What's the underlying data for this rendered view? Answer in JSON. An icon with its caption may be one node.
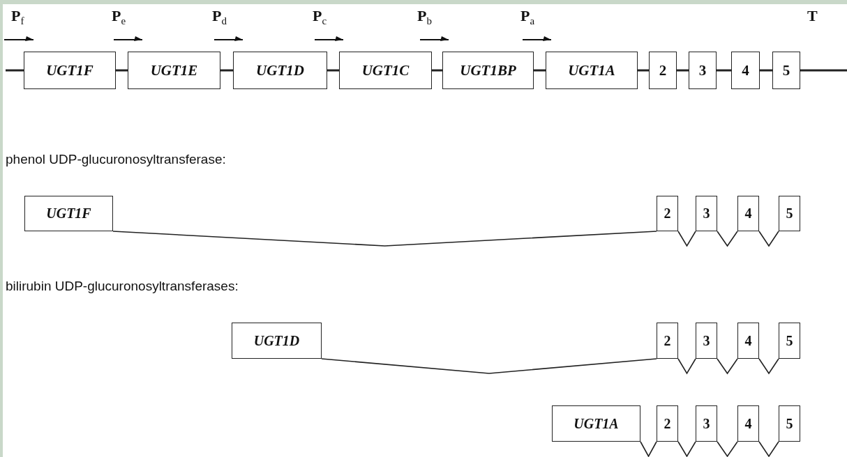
{
  "diagram": {
    "nodes": [
      {
        "text": [
          "UGT1F"
        ]
      },
      {
        "text": [
          "UGT1E"
        ]
      },
      {
        "text": [
          "UGT1D"
        ]
      },
      {
        "text": [
          "UGT1C"
        ]
      },
      {
        "text": [
          "UGT1BP"
        ]
      },
      {
        "text": [
          "UGT1A"
        ]
      },
      {
        "text": [
          "2"
        ]
      },
      {
        "text": [
          "3"
        ]
      },
      {
        "text": [
          "4"
        ]
      },
      {
        "text": [
          "5"
        ]
      },
      {
        "text": [
          "UGT1F"
        ]
      },
      {
        "text": [
          "2"
        ]
      },
      {
        "text": [
          "3"
        ]
      },
      {
        "text": [
          "4"
        ]
      },
      {
        "text": [
          "5"
        ]
      },
      {
        "text": [
          "UGT1D"
        ]
      },
      {
        "text": [
          "2"
        ]
      },
      {
        "text": [
          "3"
        ]
      },
      {
        "text": [
          "4"
        ]
      },
      {
        "text": [
          "5"
        ]
      },
      {
        "text": [
          "UGT1A"
        ]
      },
      {
        "text": [
          "2"
        ]
      },
      {
        "text": [
          "3"
        ]
      },
      {
        "text": [
          "4"
        ]
      },
      {
        "text": [
          "5"
        ]
      }
    ],
    "edges": [
      {
        "from": null,
        "to": 0,
        "arrow": "none"
      },
      {
        "from": 0,
        "to": 1,
        "arrow": "none"
      },
      {
        "from": 1,
        "to": 2,
        "arrow": "none"
      },
      {
        "from": 2,
        "to": 3,
        "arrow": "none"
      },
      {
        "from": 3,
        "to": 4,
        "arrow": "none"
      },
      {
        "from": 4,
        "to": 5,
        "arrow": "none"
      },
      {
        "from": 5,
        "to": 6,
        "arrow": "none"
      },
      {
        "from": 6,
        "to": 7,
        "arrow": "none"
      },
      {
        "from": 7,
        "to": 8,
        "arrow": "none"
      },
      {
        "from": 8,
        "to": 9,
        "arrow": "none"
      },
      {
        "from": 9,
        "to": null,
        "arrow": "none"
      },
      {
        "from": 10,
        "to": 11,
        "arrow": "none"
      },
      {
        "from": 11,
        "to": 12,
        "arrow": "none"
      },
      {
        "from": 12,
        "to": 13,
        "arrow": "none"
      },
      {
        "from": 13,
        "to": 14,
        "arrow": "none"
      },
      {
        "from": 15,
        "to": 16,
        "arrow": "none"
      },
      {
        "from": 16,
        "to": 17,
        "arrow": "none"
      },
      {
        "from": 17,
        "to": 18,
        "arrow": "none"
      },
      {
        "from": 18,
        "to": 19,
        "arrow": "none"
      },
      {
        "from": 20,
        "to": 21,
        "arrow": "none"
      },
      {
        "from": 21,
        "to": 22,
        "arrow": "none"
      },
      {
        "from": 22,
        "to": 23,
        "arrow": "none"
      },
      {
        "from": 23,
        "to": 24,
        "arrow": "none"
      }
    ],
    "labels": [
      "P$_{f}$",
      "P$_{e}$",
      "P$_{d}$",
      "P$_{c}$",
      "P$_{b}$",
      "P$_{a}$",
      "T",
      "phenol UDP-glucuronosyltransferase:",
      "bilirubin UDP-glucuronosyltransferases:"
    ]
  }
}
